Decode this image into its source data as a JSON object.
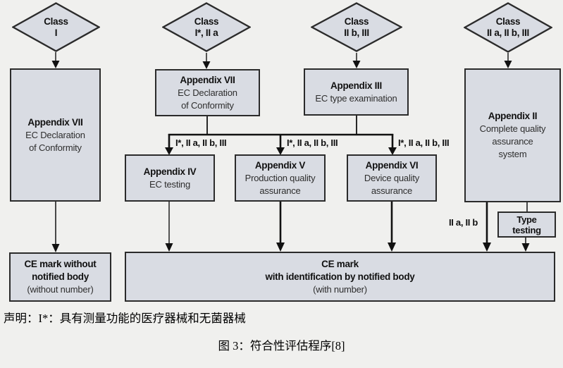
{
  "colors": {
    "bg": "#f0f0ee",
    "node_fill": "#d9dce3",
    "node_border": "#2b2b2b",
    "line": "#111111",
    "title_text": "#111111",
    "body_text": "#2e2e2e"
  },
  "diamonds": [
    {
      "line1": "Class",
      "line2": "I"
    },
    {
      "line1": "Class",
      "line2": "I*, II a"
    },
    {
      "line1": "Class",
      "line2": "II b, III"
    },
    {
      "line1": "Class",
      "line2": "II a, II b, III"
    }
  ],
  "boxes": {
    "app7_left": {
      "title": "Appendix VII",
      "line1": "EC Declaration",
      "line2": "of Conformity"
    },
    "app7_mid": {
      "title": "Appendix VII",
      "line1": "EC Declaration",
      "line2": "of Conformity"
    },
    "app3": {
      "title": "Appendix III",
      "line1": "EC type examination"
    },
    "app2": {
      "title": "Appendix II",
      "line1": "Complete quality",
      "line2": "assurance",
      "line3": "system"
    },
    "app4": {
      "title": "Appendix IV",
      "line1": "EC testing"
    },
    "app5": {
      "title": "Appendix V",
      "line1": "Production quality",
      "line2": "assurance"
    },
    "app6": {
      "title": "Appendix VI",
      "line1": "Device quality",
      "line2": "assurance"
    },
    "type_testing": {
      "line1": "Type",
      "line2": "testing"
    },
    "ce_without": {
      "line1": "CE mark without",
      "line2": "notified body",
      "line3": "(without number)"
    },
    "ce_with": {
      "line1": "CE mark",
      "line2": "with identification by notified body",
      "line3": "(with number)"
    }
  },
  "edge_labels": {
    "to_app4": "I*, II a, II b, III",
    "to_app5": "I*, II a, II b, III",
    "to_app6": "I*, II a, II b, III",
    "iia_iib": "II a, II b"
  },
  "footer": {
    "declaration": "声明：I*：具有测量功能的医疗器械和无菌器械",
    "caption": "图 3：符合性评估程序[8]"
  }
}
